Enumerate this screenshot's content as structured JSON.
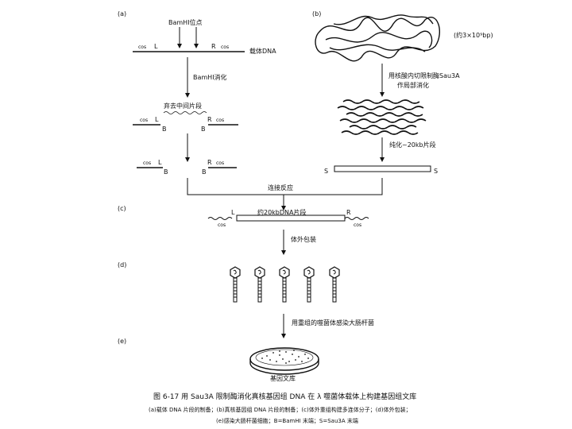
{
  "panels": {
    "a": "(a)",
    "b": "(b)",
    "c": "(c)",
    "d": "(d)",
    "e": "(e)"
  },
  "labels": {
    "bamhi_site": "BamHI位点",
    "cos": "cos",
    "L": "L",
    "R": "R",
    "B": "B",
    "S": "S",
    "vector_dna": "载体DNA",
    "bamhi_digest": "BamHI消化",
    "remove_middle": "弃去中间片段",
    "genome_size": "(约3×10⁹bp)",
    "sau3a_digest_1": "用核酸内切限制酶Sau3A",
    "sau3a_digest_2": "作局部消化",
    "purify": "纯化~20kb片段",
    "ligation": "连接反应",
    "insert": "约20kbDNA片段",
    "packaging": "体外包装",
    "infect": "用重组的噬菌体感染大肠杆菌",
    "library": "基因文库"
  },
  "caption": {
    "title": "图 6-17   用 Sau3A 限制酶消化真核基因组 DNA 在 λ 噬菌体载体上构建基因组文库",
    "line1": "(a)载体 DNA 片段的制备；(b)真核基因组 DNA 片段的制备；(c)体外重组构建多连体分子；(d)体外包装；",
    "line2": "(e)感染大肠杆菌细胞；B=BamHI 末端；S=Sau3A 末端"
  },
  "icons": [
    "arrow-icon",
    "phage-icon",
    "petri-dish-icon"
  ]
}
